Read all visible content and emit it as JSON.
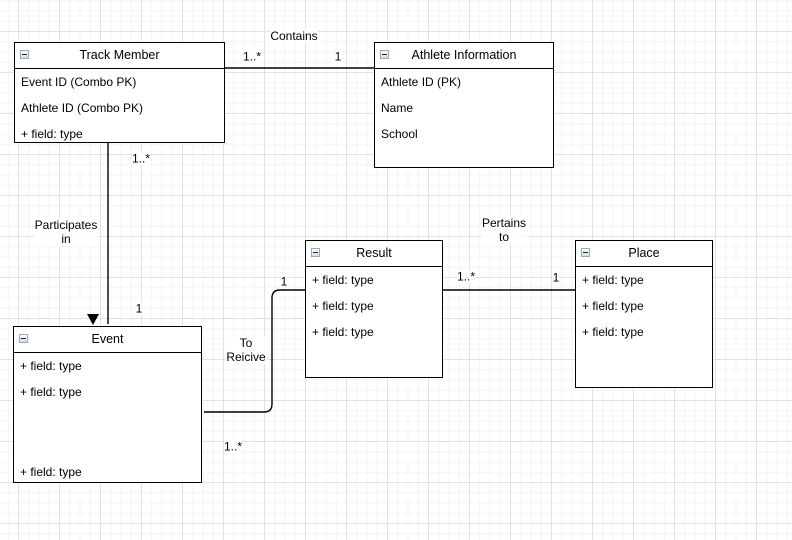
{
  "canvas": {
    "background_color": "#ffffff",
    "grid_major_color": "#e2e2e2",
    "grid_minor_color": "#f4f4f4",
    "shape_stroke_color": "#000000",
    "text_color": "#000000",
    "collapse_icon": "minus-box"
  },
  "entities": [
    {
      "title": "Track Member",
      "fields": [
        "Event ID (Combo PK)",
        "Athlete ID (Combo PK)",
        "+ field: type"
      ]
    },
    {
      "title": "Athlete Information",
      "fields": [
        "Athlete ID (PK)",
        "Name",
        "School"
      ]
    },
    {
      "title": "Event",
      "fields": [
        "+ field: type",
        "+ field: type",
        "+ field: type"
      ]
    },
    {
      "title": "Result",
      "fields": [
        "+ field: type",
        "+ field: type",
        "+ field: type"
      ]
    },
    {
      "title": "Place",
      "fields": [
        "+ field: type",
        "+ field: type",
        "+ field: type"
      ]
    }
  ],
  "relationships": [
    {
      "name": "contains",
      "label_lines": [
        "Contains"
      ],
      "source_entity": "Track Member",
      "source_multiplicity": "1..*",
      "target_entity": "Athlete Information",
      "target_multiplicity": "1"
    },
    {
      "name": "participates-in",
      "label_lines": [
        "Participates",
        "in"
      ],
      "source_entity": "Track Member",
      "source_multiplicity": "1..*",
      "target_entity": "Event",
      "target_multiplicity": "1",
      "arrow": "solid-triangle-at-event"
    },
    {
      "name": "to-reicive",
      "label_lines": [
        "To",
        "Reicive"
      ],
      "source_entity": "Event",
      "source_multiplicity": "1..*",
      "target_entity": "Result",
      "target_multiplicity": "1"
    },
    {
      "name": "pertains-to",
      "label_lines": [
        "Pertains",
        "to"
      ],
      "source_entity": "Result",
      "source_multiplicity": "1..*",
      "target_entity": "Place",
      "target_multiplicity": "1"
    }
  ]
}
